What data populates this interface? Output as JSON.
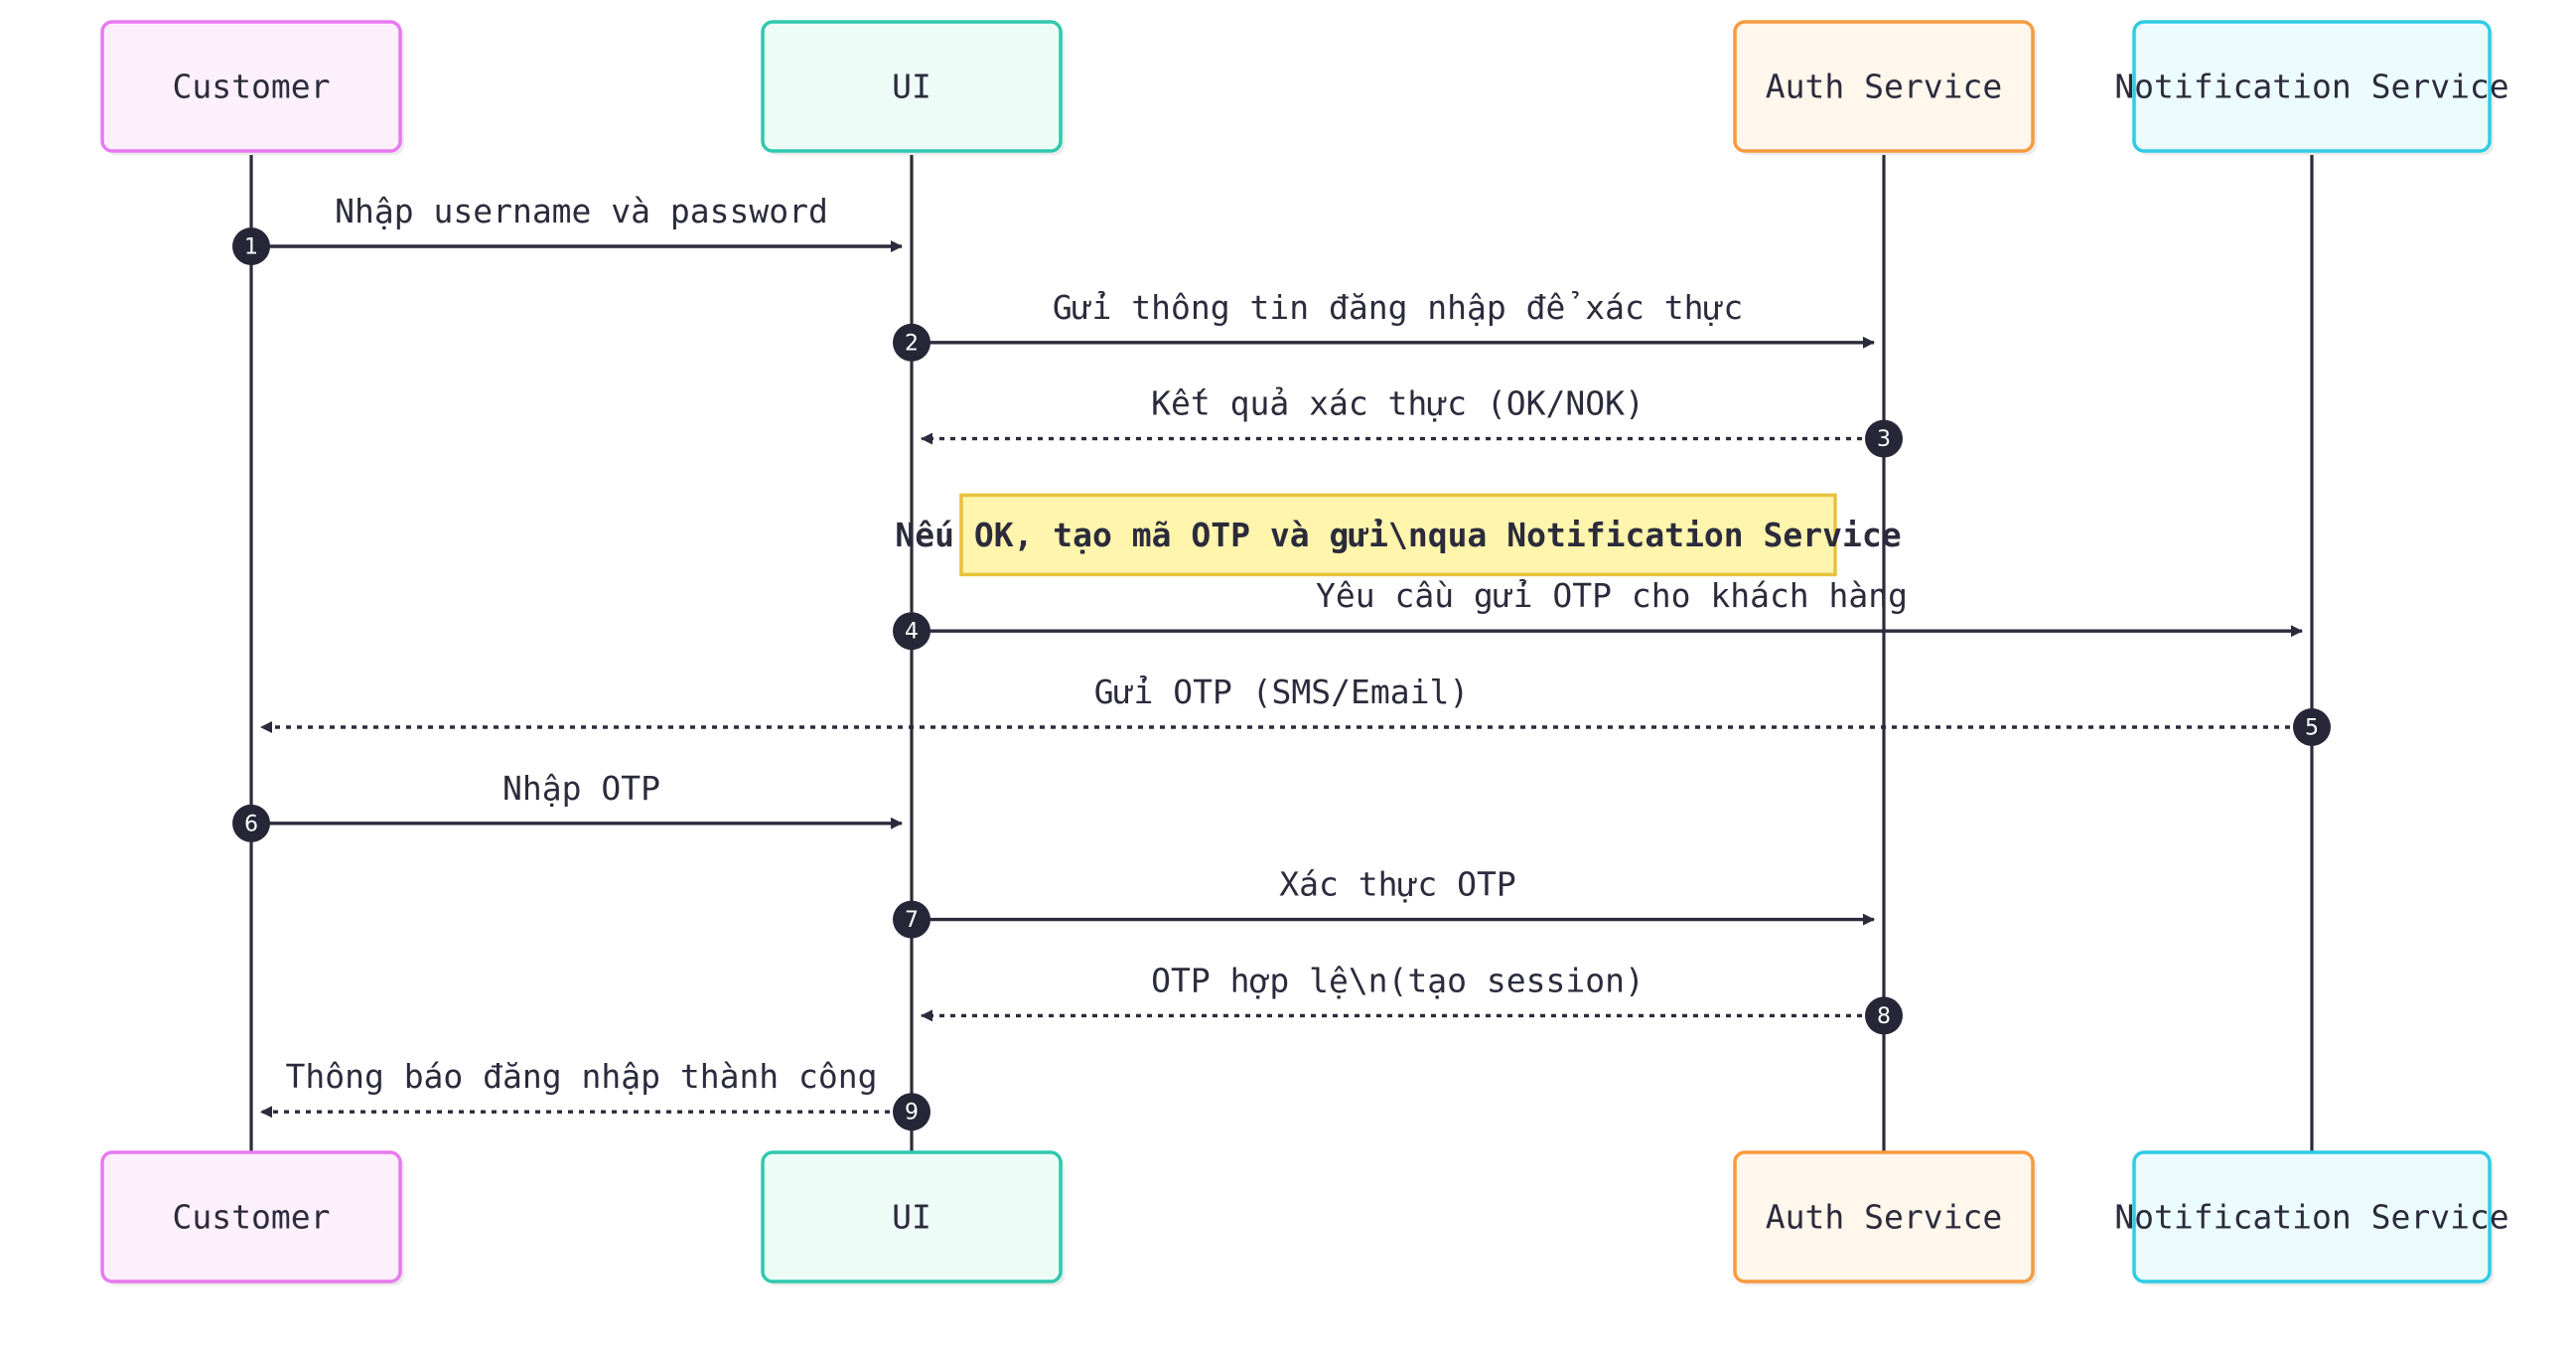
{
  "participants": [
    {
      "id": "customer",
      "label": "Customer",
      "fill": "#fdf0fd",
      "stroke": "#e879f0"
    },
    {
      "id": "ui",
      "label": "UI",
      "fill": "#eefcf8",
      "stroke": "#2fc9ad"
    },
    {
      "id": "auth",
      "label": "Auth Service",
      "fill": "#fff6ec",
      "stroke": "#f79a3f"
    },
    {
      "id": "notify",
      "label": "Notification Service",
      "fill": "#ecfcfe",
      "stroke": "#2fcbe5"
    }
  ],
  "messages": [
    {
      "n": "1",
      "from": "customer",
      "to": "ui",
      "label": "Nhập username và password",
      "style": "solid"
    },
    {
      "n": "2",
      "from": "ui",
      "to": "auth",
      "label": "Gửi thông tin đăng nhập để xác thực",
      "style": "solid"
    },
    {
      "n": "3",
      "from": "auth",
      "to": "ui",
      "label": "Kết quả xác thực (OK/NOK)",
      "style": "dashed"
    },
    {
      "n": "4",
      "from": "ui",
      "to": "notify",
      "label": "Yêu cầu gửi OTP cho khách hàng",
      "style": "solid"
    },
    {
      "n": "5",
      "from": "notify",
      "to": "customer",
      "label": "Gửi OTP (SMS/Email)",
      "style": "dashed"
    },
    {
      "n": "6",
      "from": "customer",
      "to": "ui",
      "label": "Nhập OTP",
      "style": "solid"
    },
    {
      "n": "7",
      "from": "ui",
      "to": "auth",
      "label": "Xác thực OTP",
      "style": "solid"
    },
    {
      "n": "8",
      "from": "auth",
      "to": "ui",
      "label": "OTP hợp lệ\\n(tạo session)",
      "style": "dashed"
    },
    {
      "n": "9",
      "from": "ui",
      "to": "customer",
      "label": "Thông báo đăng nhập thành công",
      "style": "dashed"
    }
  ],
  "note": {
    "text": "Nếu OK, tạo mã OTP và gửi\\nqua Notification Service",
    "fill": "#fff5ad",
    "stroke": "#e8c23a"
  },
  "colors": {
    "line": "#2b2b3c",
    "badge": "#262637"
  }
}
